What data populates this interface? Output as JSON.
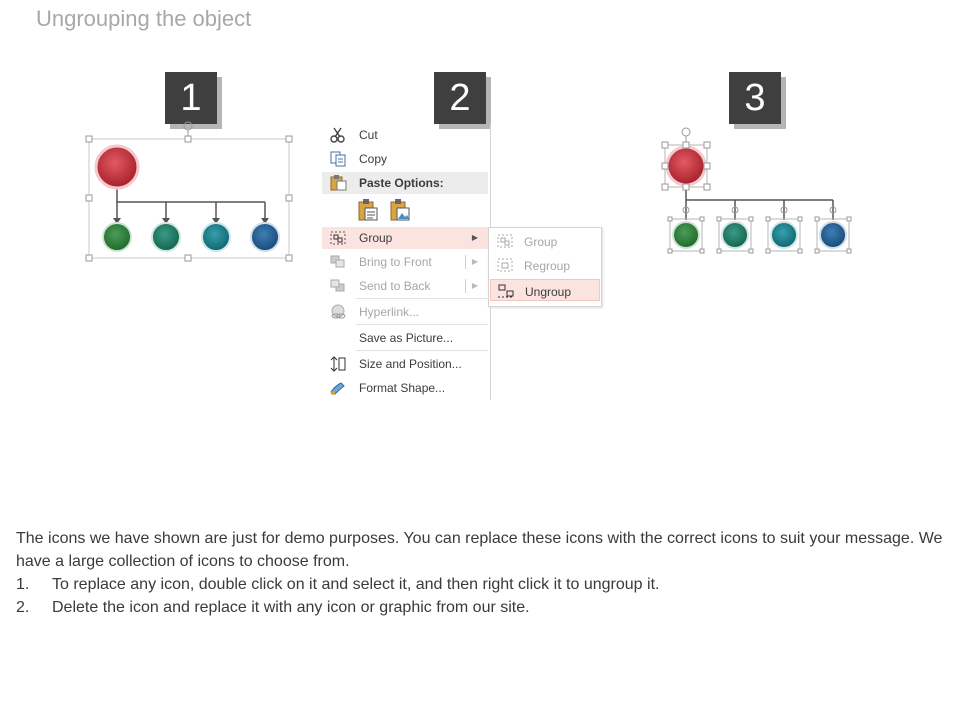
{
  "title": "Ungrouping the object",
  "steps": [
    "1",
    "2",
    "3"
  ],
  "colors": {
    "red": "#c0303a",
    "green": "#2f7f3d",
    "teal_dark": "#1f7a6a",
    "teal": "#1b7f8c",
    "blue": "#1f5d92",
    "badge_bg": "#3f3f3f",
    "highlight": "#fbe3e0"
  },
  "context_menu": {
    "items": [
      {
        "label": "Cut",
        "icon": "scissors-icon",
        "disabled": false
      },
      {
        "label": "Copy",
        "icon": "copy-icon",
        "disabled": false
      },
      {
        "label": "Paste Options:",
        "icon": "clipboard-icon",
        "disabled": false
      },
      {
        "label": "Group",
        "icon": "group-icon",
        "disabled": false,
        "highlighted": true,
        "submenu": true
      },
      {
        "label": "Bring to Front",
        "icon": "bring-front-icon",
        "disabled": true,
        "submenu": true
      },
      {
        "label": "Send to Back",
        "icon": "send-back-icon",
        "disabled": true,
        "submenu": true
      },
      {
        "label": "Hyperlink...",
        "icon": "hyperlink-icon",
        "disabled": true
      },
      {
        "label": "Save as Picture...",
        "icon": "",
        "disabled": false
      },
      {
        "label": "Size and Position...",
        "icon": "size-position-icon",
        "disabled": false
      },
      {
        "label": "Format Shape...",
        "icon": "format-shape-icon",
        "disabled": false
      }
    ]
  },
  "group_submenu": {
    "items": [
      {
        "label": "Group",
        "icon": "group-icon",
        "disabled": true
      },
      {
        "label": "Regroup",
        "icon": "regroup-icon",
        "disabled": true
      },
      {
        "label": "Ungroup",
        "icon": "ungroup-icon",
        "disabled": false,
        "highlighted": true
      }
    ]
  },
  "description": {
    "intro": "The icons we have shown are just for demo purposes. You can replace these icons with the correct icons to suit your message. We have a large collection of icons to choose from.",
    "steps": [
      {
        "num": "1.",
        "text": "To replace any icon, double click on it and select it, and then right click it to ungroup it."
      },
      {
        "num": "2.",
        "text": "Delete the icon and replace it with any icon or graphic from our site."
      }
    ]
  }
}
